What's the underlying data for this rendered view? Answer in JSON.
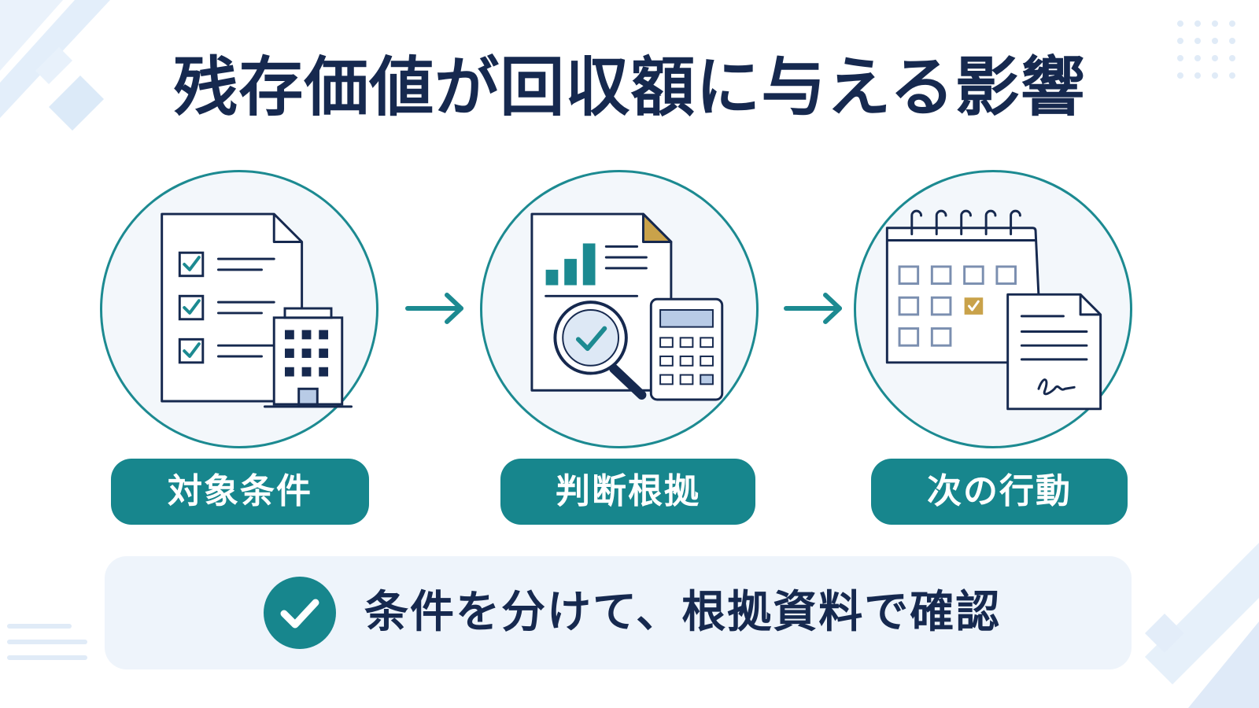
{
  "title": "残存価値が回収額に与える影響",
  "steps": [
    {
      "label": "対象条件",
      "icon": "checklist-document-with-building-icon"
    },
    {
      "label": "判断根拠",
      "icon": "report-magnifier-calculator-icon"
    },
    {
      "label": "次の行動",
      "icon": "calendar-with-signed-document-icon"
    }
  ],
  "summary": {
    "text": "条件を分けて、根拠資料で確認",
    "icon": "check-circle-icon"
  },
  "colors": {
    "navy": "#16294f",
    "teal": "#17868d",
    "circle_border": "#1c8a91",
    "light_bg": "#eef4fb",
    "accent_gold": "#c9a24a"
  }
}
